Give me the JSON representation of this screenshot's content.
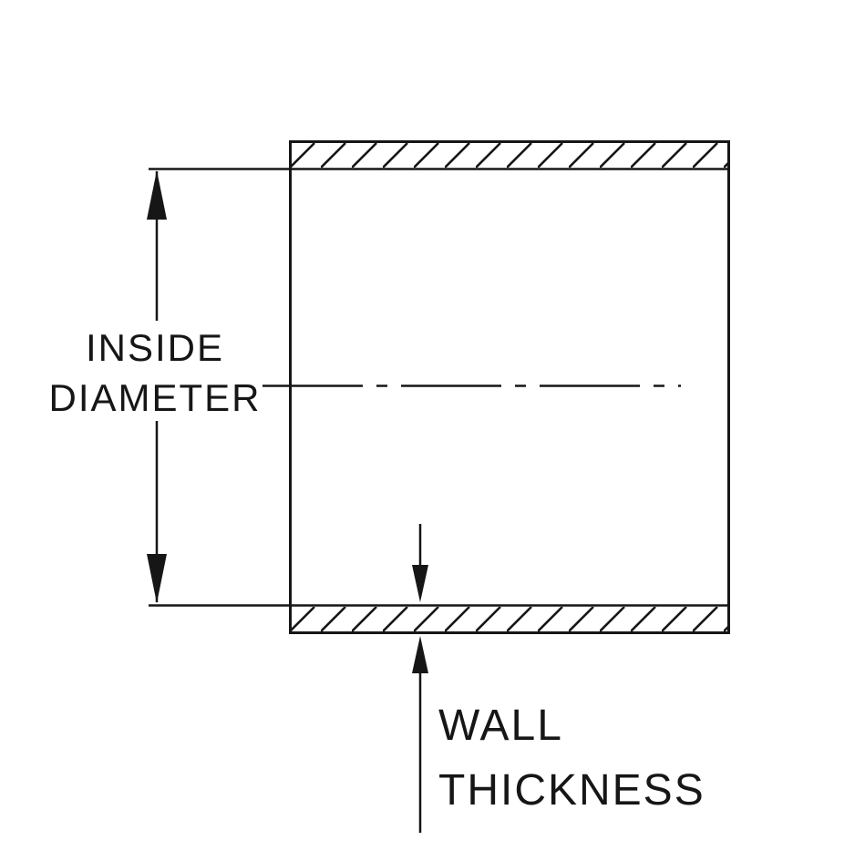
{
  "labels": {
    "inside_diameter": [
      "INSIDE",
      "DIAMETER"
    ],
    "wall_thickness": [
      "WALL",
      "THICKNESS"
    ]
  },
  "colors": {
    "line": "#161616",
    "background": "#ffffff"
  }
}
